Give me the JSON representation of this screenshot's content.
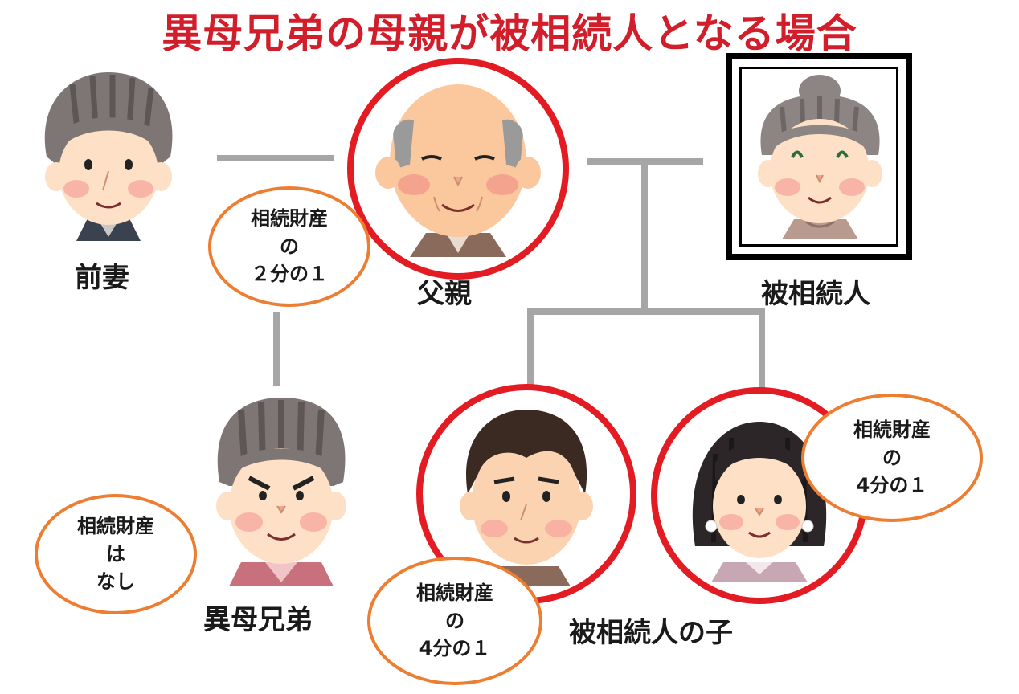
{
  "title": "異母兄弟の母親が被相続人となる場合",
  "colors": {
    "title": "#d21e2b",
    "highlight_ring": "#e31c23",
    "bubble_border": "#ed7d31",
    "line": "#a6a6a6",
    "frame": "#000000"
  },
  "people": {
    "former_wife": "前妻",
    "father": "父親",
    "decedent": "被相続人",
    "half_sibling": "異母兄弟",
    "decedent_children": "被相続人の子"
  },
  "bubbles": {
    "father_share": [
      "相続財産",
      "の",
      "２分の１"
    ],
    "half_sibling_share": [
      "相続財産",
      "は",
      "なし"
    ],
    "child1_share": [
      "相続財産",
      "の",
      "4分の１"
    ],
    "child2_share": [
      "相続財産",
      "の",
      "4分の１"
    ]
  }
}
